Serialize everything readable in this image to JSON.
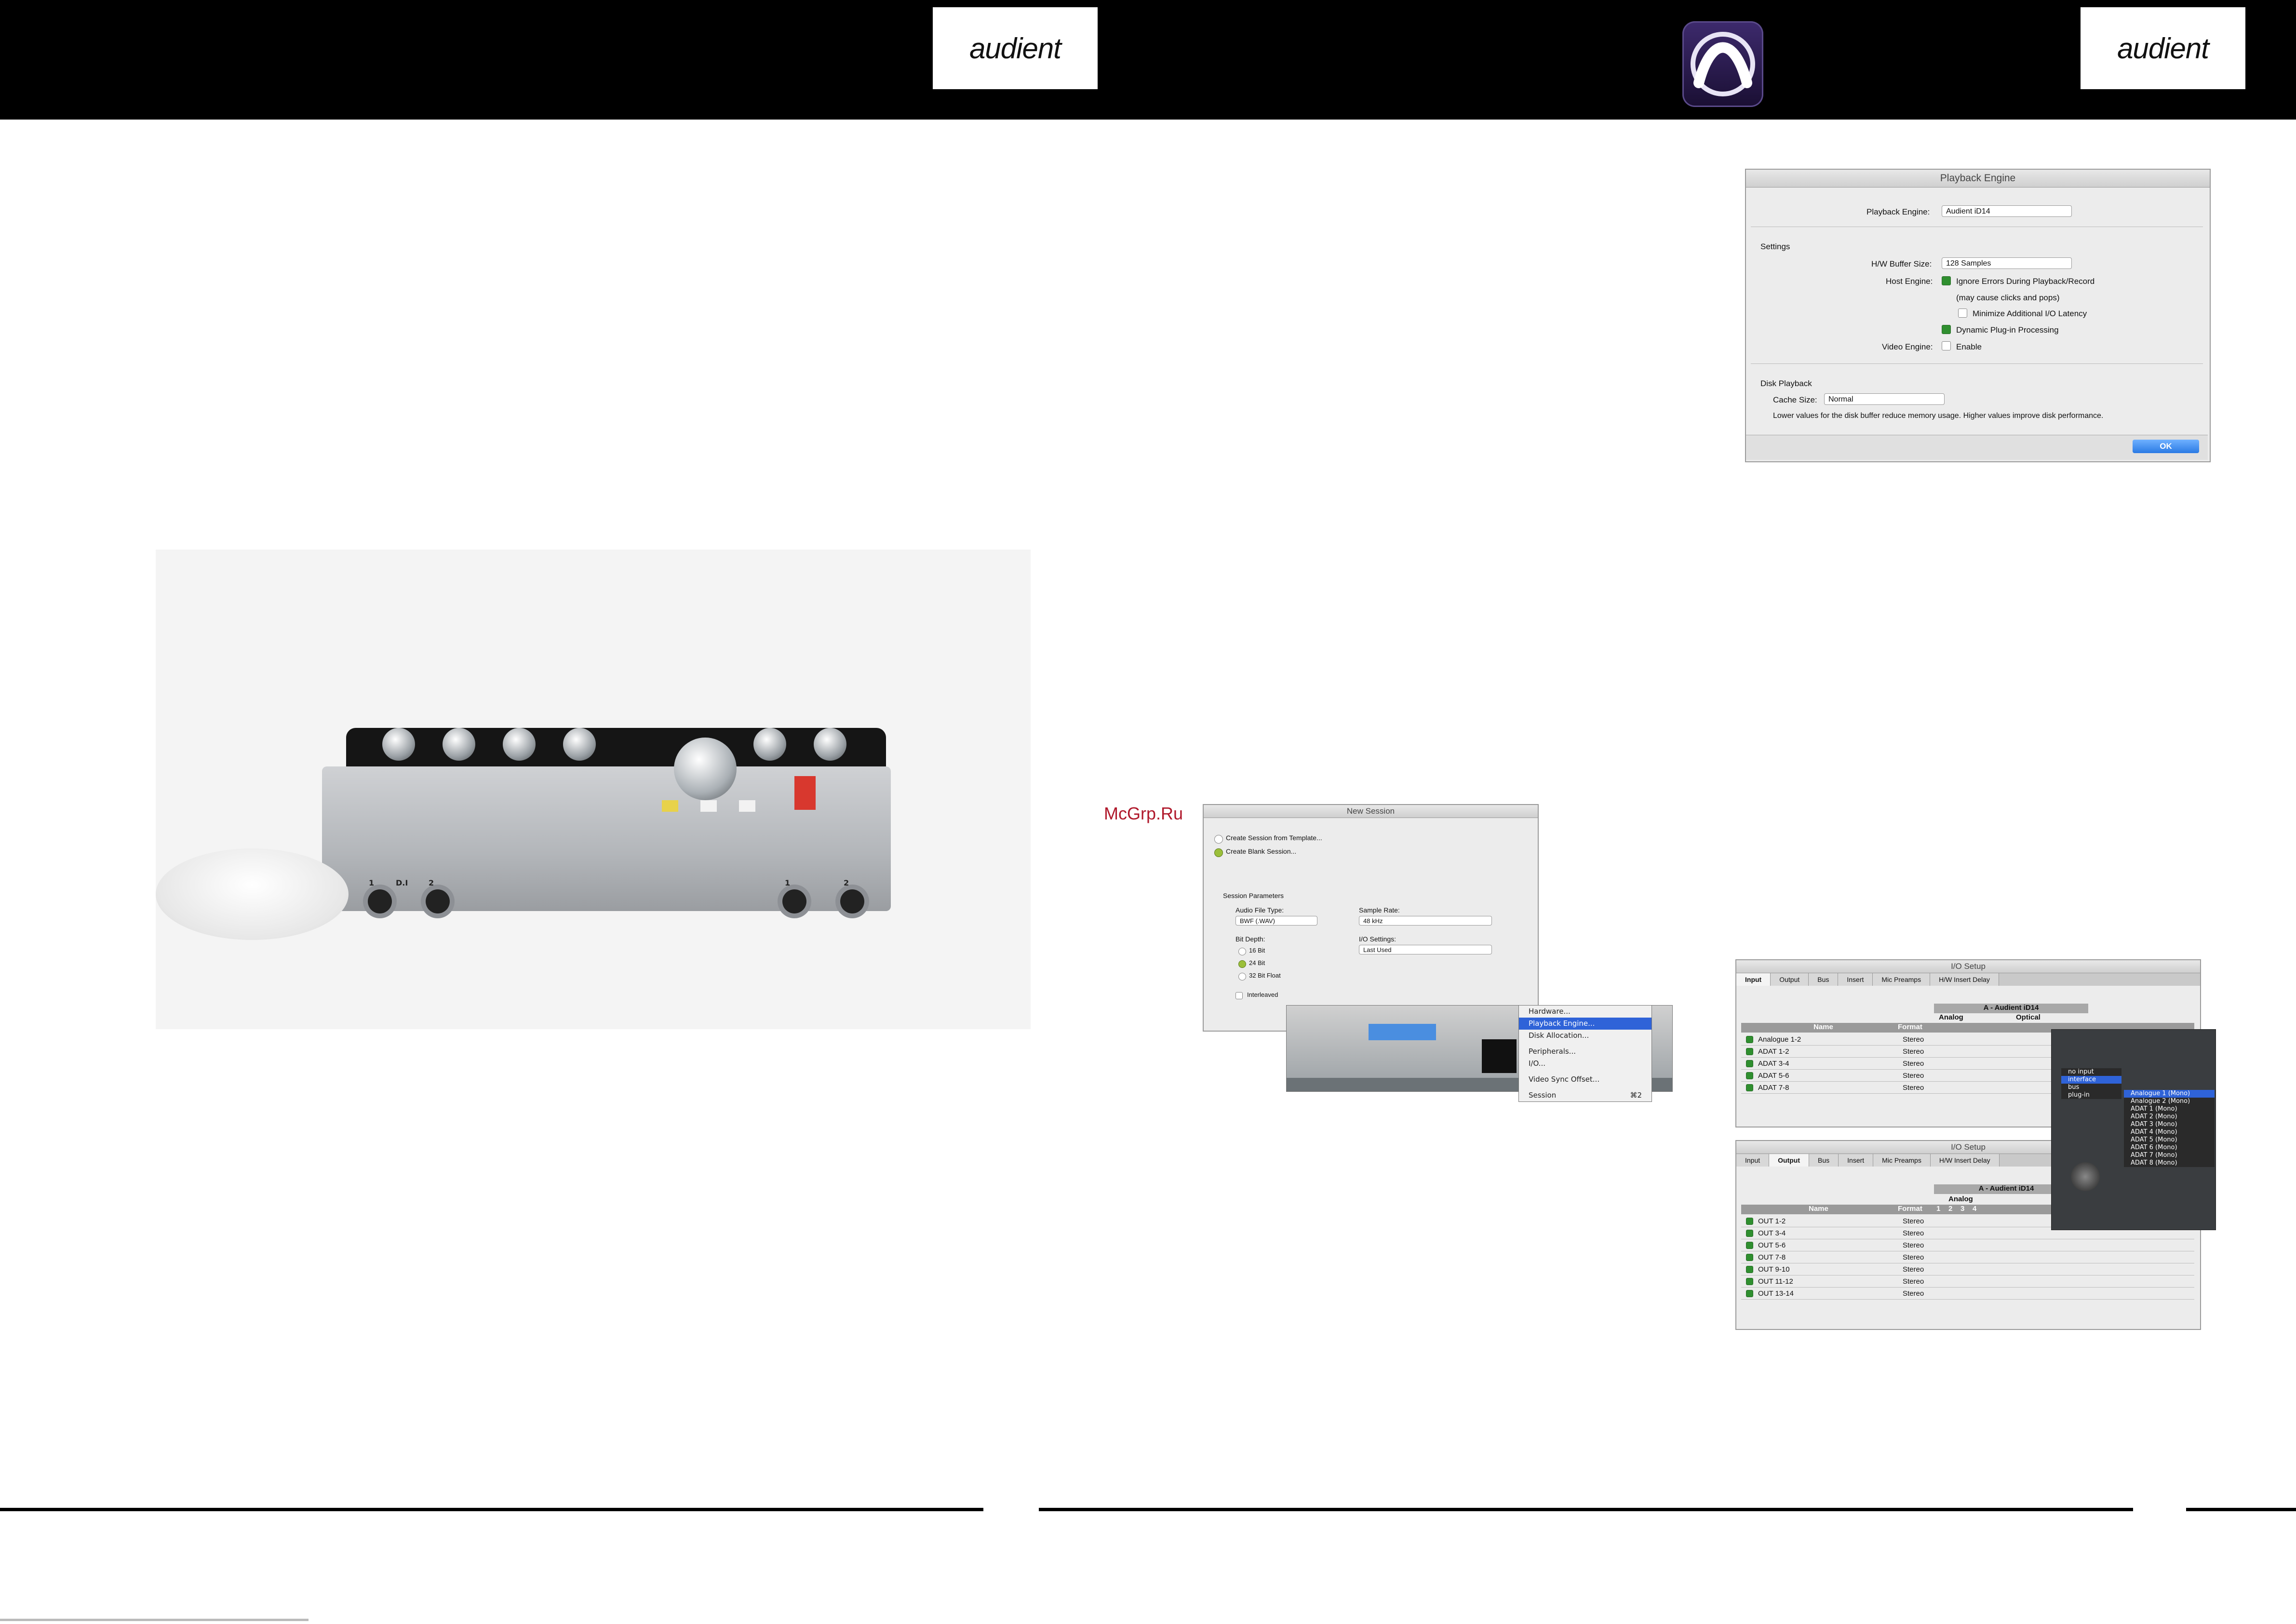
{
  "header": {
    "left_logo": "audient",
    "right_logo": "audient",
    "center_logo": "pro-tools-icon"
  },
  "watermark": "McGrp.Ru",
  "device_photo": {
    "front_labels": [
      "1",
      "D.I",
      "2",
      "1",
      "2"
    ]
  },
  "playback_engine": {
    "title": "Playback Engine",
    "engine_label": "Playback Engine:",
    "engine_value": "Audient iD14",
    "settings_heading": "Settings",
    "buffer_label": "H/W Buffer Size:",
    "buffer_value": "128 Samples",
    "host_label": "Host Engine:",
    "ignore_errors": "Ignore Errors During Playback/Record",
    "ignore_note": "(may cause clicks and pops)",
    "minimize_latency": "Minimize Additional I/O Latency",
    "dynamic_plugin": "Dynamic Plug-in Processing",
    "video_label": "Video Engine:",
    "video_enable": "Enable",
    "disk_heading": "Disk Playback",
    "cache_label": "Cache Size:",
    "cache_value": "Normal",
    "disk_note": "Lower values for the disk buffer reduce memory usage.  Higher values improve disk performance.",
    "ok": "OK"
  },
  "new_session": {
    "title": "New Session",
    "from_template": "Create Session from Template...",
    "blank": "Create Blank Session...",
    "params_heading": "Session Parameters",
    "file_type_label": "Audio File Type:",
    "file_type_value": "BWF (.WAV)",
    "sample_rate_label": "Sample Rate:",
    "sample_rate_value": "48 kHz",
    "bit_depth_label": "Bit Depth:",
    "bit_16": "16 Bit",
    "bit_24": "24 Bit",
    "bit_32": "32 Bit Float",
    "io_label": "I/O Settings:",
    "io_value": "Last Used",
    "interleaved": "Interleaved"
  },
  "setup_menu": {
    "items": [
      "Hardware...",
      "Playback Engine...",
      "Disk Allocation...",
      "Peripherals...",
      "I/O...",
      "Video Sync Offset...",
      "Session"
    ],
    "shortcut": "⌘2"
  },
  "io_input": {
    "title": "I/O Setup",
    "tabs": [
      "Input",
      "Output",
      "Bus",
      "Insert",
      "Mic Preamps",
      "H/W Insert Delay"
    ],
    "device": "A - Audient iD14",
    "groups": [
      "Analog",
      "Optical"
    ],
    "col_name": "Name",
    "col_format": "Format",
    "rows": [
      {
        "name": "Analogue 1-2",
        "format": "Stereo"
      },
      {
        "name": "ADAT 1-2",
        "format": "Stereo"
      },
      {
        "name": "ADAT 3-4",
        "format": "Stereo"
      },
      {
        "name": "ADAT 5-6",
        "format": "Stereo"
      },
      {
        "name": "ADAT 7-8",
        "format": "Stereo"
      }
    ]
  },
  "io_output": {
    "title": "I/O Setup",
    "tabs": [
      "Input",
      "Output",
      "Bus",
      "Insert",
      "Mic Preamps",
      "H/W Insert Delay"
    ],
    "device": "A - Audient iD14",
    "group": "Analog",
    "col_name": "Name",
    "col_format": "Format",
    "channels": [
      "1",
      "2",
      "3",
      "4"
    ],
    "rows": [
      {
        "name": "OUT 1-2",
        "format": "Stereo"
      },
      {
        "name": "OUT 3-4",
        "format": "Stereo"
      },
      {
        "name": "OUT 5-6",
        "format": "Stereo"
      },
      {
        "name": "OUT 7-8",
        "format": "Stereo"
      },
      {
        "name": "OUT 9-10",
        "format": "Stereo"
      },
      {
        "name": "OUT 11-12",
        "format": "Stereo"
      },
      {
        "name": "OUT 13-14",
        "format": "Stereo"
      }
    ]
  },
  "input_menu": {
    "top": [
      "no input",
      "interface",
      "bus",
      "plug-in"
    ],
    "items": [
      "Analogue 1 (Mono)",
      "Analogue 2 (Mono)",
      "ADAT 1 (Mono)",
      "ADAT 2 (Mono)",
      "ADAT 3 (Mono)",
      "ADAT 4 (Mono)",
      "ADAT 5 (Mono)",
      "ADAT 6 (Mono)",
      "ADAT 7 (Mono)",
      "ADAT 8 (Mono)"
    ]
  }
}
